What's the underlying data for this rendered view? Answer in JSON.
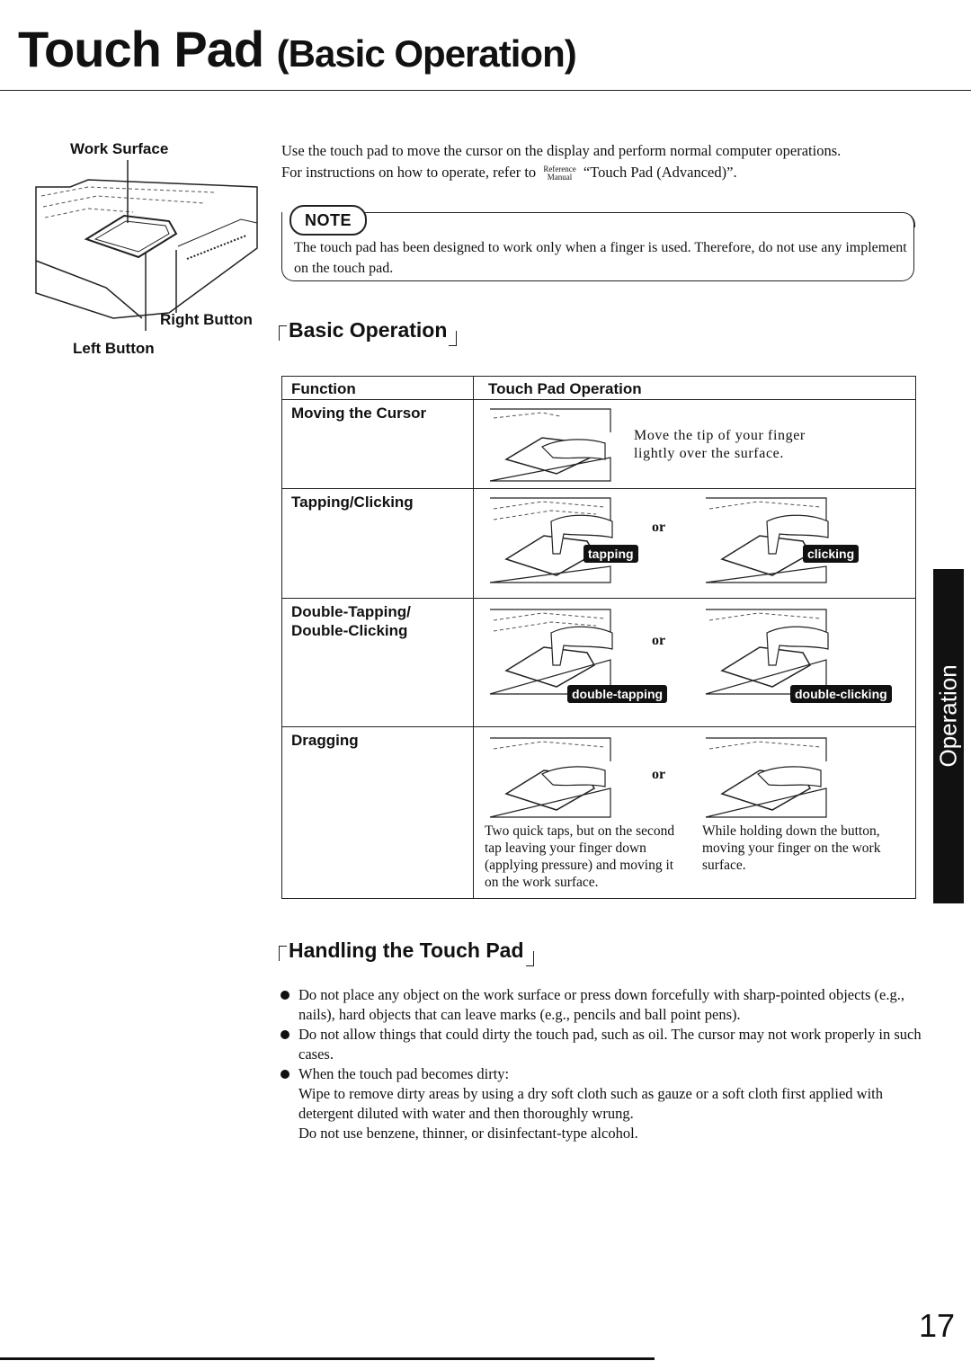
{
  "title": {
    "main": "Touch Pad",
    "sub": "(Basic Operation)"
  },
  "figure": {
    "work_surface": "Work Surface",
    "right_button": "Right Button",
    "left_button": "Left Button"
  },
  "intro": {
    "line1": "Use the touch pad to move the cursor on the display and perform normal computer operations.",
    "line2_prefix": "For instructions on how to operate, refer to",
    "ref_top": "Reference",
    "ref_bottom": "Manual",
    "line2_suffix": "“Touch Pad (Advanced)”."
  },
  "note": {
    "badge": "NOTE",
    "text": "The touch pad has been designed to work only when a finger is used. Therefore, do not use any implement on the touch pad."
  },
  "basic_operation": {
    "title": "Basic Operation",
    "col_function": "Function",
    "col_operation": "Touch Pad Operation",
    "rows": {
      "moving": {
        "label": "Moving the Cursor",
        "desc": "Move the tip of your finger lightly over the surface."
      },
      "tapping": {
        "label": "Tapping/Clicking",
        "or": "or",
        "cap_a": "tapping",
        "cap_b": "clicking"
      },
      "double": {
        "label_1": "Double-Tapping/",
        "label_2": "Double-Clicking",
        "or": "or",
        "cap_a": "double-tapping",
        "cap_b": "double-clicking"
      },
      "dragging": {
        "label": "Dragging",
        "or": "or",
        "desc_a": "Two quick taps, but on the second tap leaving your finger down (applying pressure) and moving it on the work surface.",
        "desc_b": "While holding down the button, moving your finger on the work surface."
      }
    }
  },
  "handling": {
    "title": "Handling the Touch Pad",
    "bullets": [
      "Do not place any object on the work surface or press down forcefully with sharp-pointed objects (e.g., nails), hard objects that can leave marks (e.g., pencils and ball point pens).",
      "Do not allow things that could dirty the touch pad, such as oil. The cursor may not work properly in such cases.",
      "When the touch pad becomes dirty:"
    ],
    "sub_1": "Wipe to remove dirty areas by using a dry soft cloth such as gauze or a soft cloth first applied with detergent diluted with water and then thoroughly wrung.",
    "sub_2": "Do not use benzene, thinner, or disinfectant-type alcohol."
  },
  "side_tab": "Operation",
  "page_number": "17"
}
